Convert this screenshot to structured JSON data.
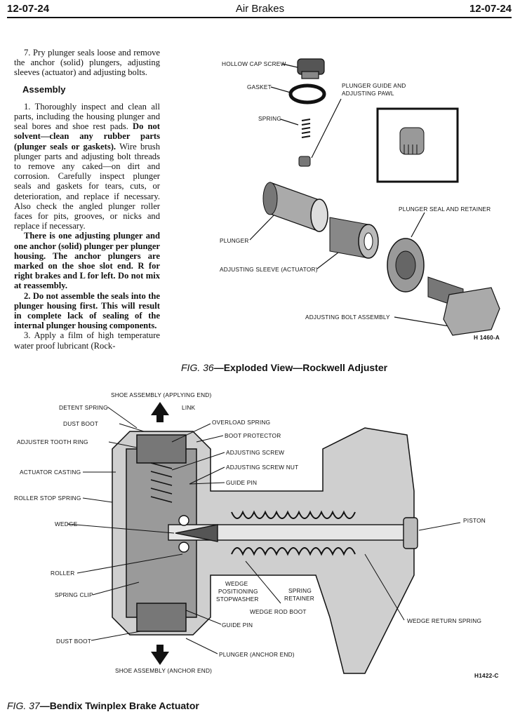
{
  "header": {
    "page_left": "12-07-24",
    "title": "Air Brakes",
    "page_right": "12-07-24"
  },
  "text": {
    "step7": "7. Pry plunger seals loose and remove the anchor (solid) plungers, adjusting sleeves (actuator) and adjusting bolts.",
    "assembly_heading": "Assembly",
    "step1_a": "1. Thoroughly inspect and clean all parts, including the housing plunger and seal bores and shoe rest pads.",
    "step1_bold": "Do not solvent—clean any rubber parts (plunger seals or gaskets).",
    "step1_b": "Wire brush plunger parts and adjusting bolt threads to remove any caked—on dirt and corrosion. Carefully inspect plunger seals and gaskets for tears, cuts, or deterioration, and replace if necessary. Also check the angled plunger roller faces for pits, grooves, or nicks and replace if necessary.",
    "note_bold": "There is one adjusting plunger and one anchor (solid) plunger per plunger housing. The anchor plungers are marked on the shoe slot end. R for right brakes and L for left. Do not mix at reassembly.",
    "step2_bold": "2. Do not assemble the seals into the plunger housing first. This will result in complete lack of sealing of the internal plunger housing components.",
    "step3": "3. Apply a film of high temperature water proof lubricant (Rock-"
  },
  "fig36": {
    "caption_num": "FIG. 36",
    "caption_text": "—Exploded View—Rockwell Adjuster",
    "code": "H 1460-A",
    "labels": {
      "hollow_cap_screw": "HOLLOW CAP SCREW",
      "gasket": "GASKET",
      "plunger_guide_1": "PLUNGER GUIDE AND",
      "plunger_guide_2": "ADJUSTING PAWL",
      "spring": "SPRING",
      "plunger_seal": "PLUNGER SEAL AND RETAINER",
      "plunger": "PLUNGER",
      "adjusting_sleeve": "ADJUSTING SLEEVE (ACTUATOR)",
      "adjusting_bolt": "ADJUSTING BOLT ASSEMBLY"
    }
  },
  "fig37": {
    "caption_num": "FIG. 37",
    "caption_text": "—Bendix Twinplex Brake Actuator",
    "code": "H1422-C",
    "labels": {
      "shoe_applying": "SHOE ASSEMBLY (APPLYING END)",
      "detent_spring": "DETENT SPRING",
      "link": "LINK",
      "dust_boot_top": "DUST BOOT",
      "overload_spring": "OVERLOAD SPRING",
      "boot_protector": "BOOT PROTECTOR",
      "adjuster_tooth_ring": "ADJUSTER TOOTH RING",
      "adjusting_screw": "ADJUSTING SCREW",
      "adjusting_screw_nut": "ADJUSTING SCREW NUT",
      "actuator_casting": "ACTUATOR CASTING",
      "guide_pin_top": "GUIDE PIN",
      "roller_stop_spring": "ROLLER STOP SPRING",
      "wedge": "WEDGE",
      "piston": "PISTON",
      "roller": "ROLLER",
      "wedge_pos_1": "WEDGE",
      "wedge_pos_2": "POSITIONING",
      "wedge_pos_3": "STOPWASHER",
      "spring_ret_1": "SPRING",
      "spring_ret_2": "RETAINER",
      "spring_clip": "SPRING CLIP",
      "wedge_rod_boot": "WEDGE ROD BOOT",
      "wedge_return_spring": "WEDGE RETURN SPRING",
      "guide_pin_bottom": "GUIDE PIN",
      "dust_boot_bottom": "DUST BOOT",
      "plunger_anchor": "PLUNGER (ANCHOR END)",
      "shoe_anchor": "SHOE ASSEMBLY (ANCHOR END)"
    }
  }
}
